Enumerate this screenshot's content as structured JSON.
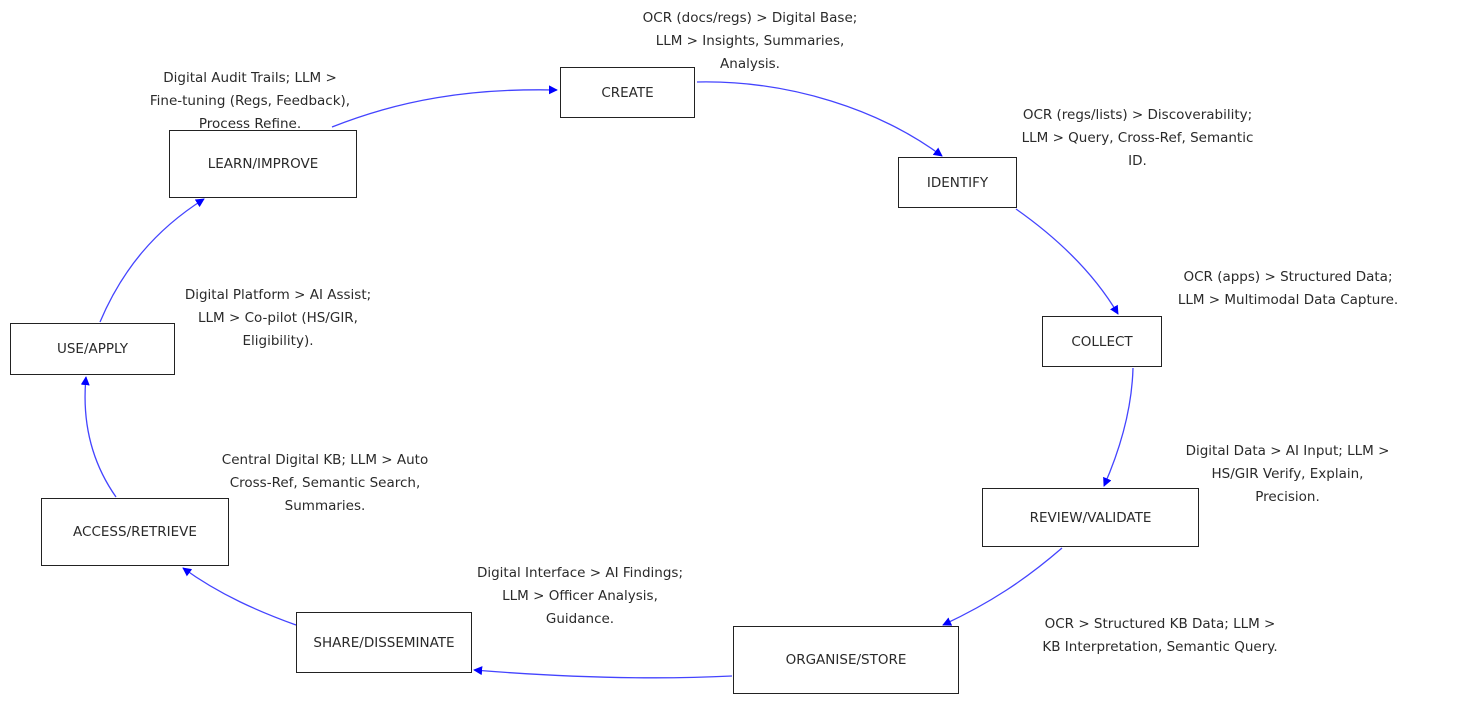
{
  "diagram": {
    "type": "cycle",
    "edge_color": "#0000ff",
    "nodes": [
      {
        "id": "create",
        "label": "CREATE"
      },
      {
        "id": "identify",
        "label": "IDENTIFY"
      },
      {
        "id": "collect",
        "label": "COLLECT"
      },
      {
        "id": "review",
        "label": "REVIEW/VALIDATE"
      },
      {
        "id": "organise",
        "label": "ORGANISE/STORE"
      },
      {
        "id": "share",
        "label": "SHARE/DISSEMINATE"
      },
      {
        "id": "access",
        "label": "ACCESS/RETRIEVE"
      },
      {
        "id": "use",
        "label": "USE/APPLY"
      },
      {
        "id": "learn",
        "label": "LEARN/IMPROVE"
      }
    ],
    "edges": [
      {
        "from": "learn",
        "to": "create"
      },
      {
        "from": "create",
        "to": "identify"
      },
      {
        "from": "identify",
        "to": "collect"
      },
      {
        "from": "collect",
        "to": "review"
      },
      {
        "from": "review",
        "to": "organise"
      },
      {
        "from": "organise",
        "to": "share"
      },
      {
        "from": "share",
        "to": "access"
      },
      {
        "from": "access",
        "to": "use"
      },
      {
        "from": "use",
        "to": "learn"
      }
    ],
    "annotations": {
      "create": "OCR (docs/regs) > Digital Base;\nLLM > Insights, Summaries,\nAnalysis.",
      "identify": "OCR (regs/lists) > Discoverability;\nLLM > Query, Cross-Ref, Semantic\nID.",
      "collect": "OCR (apps) > Structured Data;\nLLM > Multimodal Data Capture.",
      "review": "Digital Data > AI Input; LLM >\nHS/GIR Verify, Explain,\nPrecision.",
      "organise": "OCR > Structured KB Data; LLM >\nKB Interpretation, Semantic Query.",
      "share": "Digital Interface > AI Findings;\nLLM > Officer Analysis,\nGuidance.",
      "access": "Central Digital KB; LLM > Auto\nCross-Ref, Semantic Search,\nSummaries.",
      "use": "Digital Platform > AI Assist;\nLLM > Co-pilot (HS/GIR,\nEligibility).",
      "learn": "Digital Audit Trails; LLM >\nFine-tuning (Regs, Feedback),\nProcess Refine."
    }
  }
}
